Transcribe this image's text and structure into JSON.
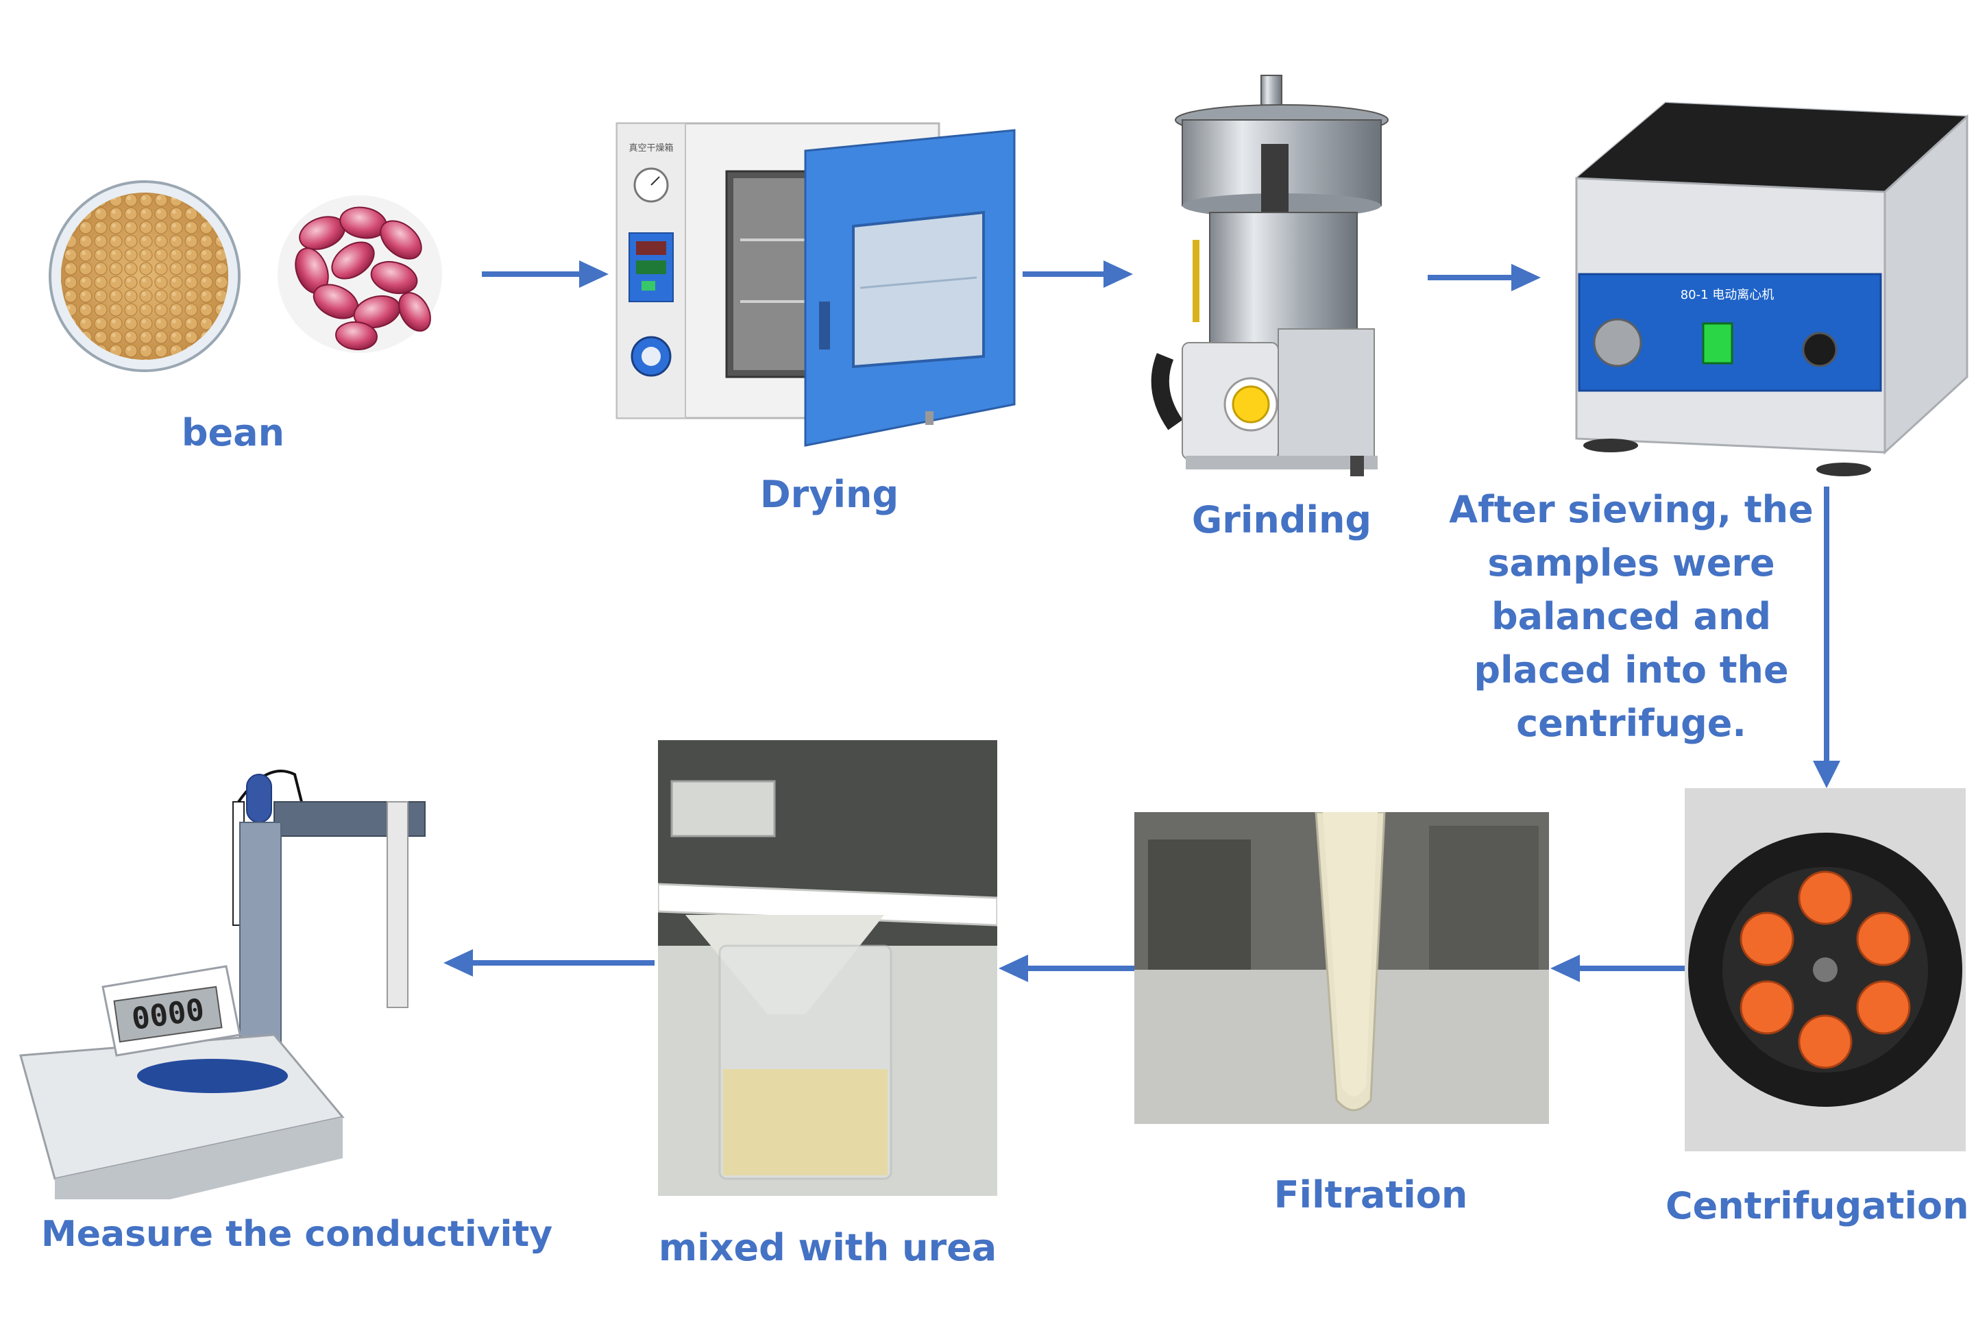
{
  "colors": {
    "label": "#4472c4",
    "arrow": "#4472c4"
  },
  "steps": {
    "bean": {
      "label": "bean"
    },
    "drying": {
      "label": "Drying"
    },
    "grinding": {
      "label": "Grinding"
    },
    "sieving": {
      "label": "After sieving, the samples were balanced and placed into the centrifuge."
    },
    "centrifugation": {
      "label": "Centrifugation"
    },
    "filtration": {
      "label": "Filtration"
    },
    "mixed": {
      "label": "mixed with urea"
    },
    "measure": {
      "label": "Measure the conductivity"
    }
  },
  "devices": {
    "oven_brand": "真空干燥箱",
    "centrifuge_model": "80-1 电动离心机",
    "meter_reading": "0000"
  }
}
